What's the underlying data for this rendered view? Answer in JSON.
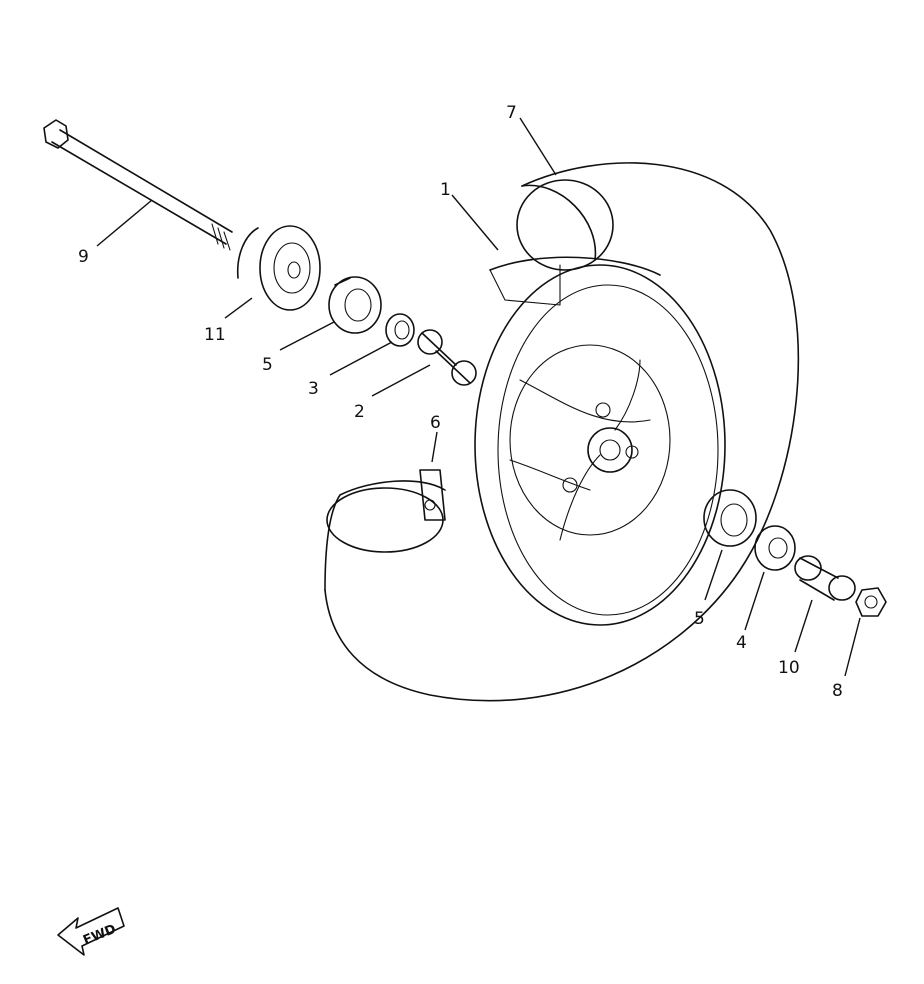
{
  "callouts": {
    "c1": "1",
    "c2": "2",
    "c3": "3",
    "c4": "4",
    "c5a": "5",
    "c5b": "5",
    "c6": "6",
    "c7": "7",
    "c8": "8",
    "c9": "9",
    "c10": "10",
    "c11": "11"
  },
  "direction_marker": {
    "label": "FWD",
    "icon": "arrow-left-icon"
  }
}
